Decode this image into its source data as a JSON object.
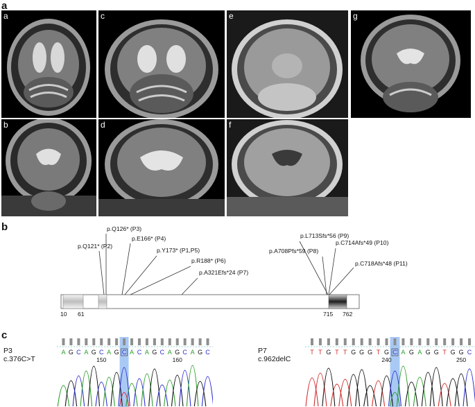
{
  "panels": {
    "a": "a",
    "b": "b",
    "c": "c"
  },
  "mri": {
    "labels": [
      "a",
      "b",
      "c",
      "d",
      "e",
      "f",
      "g"
    ]
  },
  "protein": {
    "mutations": [
      "p.Q121* (P2)",
      "p.Q126* (P3)",
      "p.E166* (P4)",
      "p.Y173* (P1,P5)",
      "p.R188* (P6)",
      "p.A321Efs*24 (P7)",
      "p.A708Pfs*59 (P8)",
      "p.L713Sfs*56 (P9)",
      "p.C714Afs*49 (P10)",
      "p.C718Afs*48 (P11)"
    ],
    "positions": [
      "10",
      "61",
      "715",
      "762"
    ]
  },
  "sequences": [
    {
      "patient": "P3",
      "variant": "c.376C>T",
      "bases": [
        "A",
        "G",
        "C",
        "A",
        "G",
        "C",
        "A",
        "G",
        "C",
        "A",
        "C",
        "A",
        "G",
        "C",
        "A",
        "G",
        "C",
        "A",
        "G",
        "C"
      ],
      "highlight_index": 8,
      "tick_labels": [
        "150",
        "160"
      ]
    },
    {
      "patient": "P7",
      "variant": "c.962delC",
      "bases": [
        "T",
        "T",
        "G",
        "T",
        "T",
        "G",
        "G",
        "G",
        "T",
        "G",
        "C",
        "A",
        "G",
        "A",
        "G",
        "G",
        "T",
        "G",
        "G",
        "C"
      ],
      "highlight_index": 10,
      "tick_labels": [
        "240",
        "250"
      ]
    }
  ],
  "colors": {
    "A": "#2a9d2a",
    "C": "#2a2ad0",
    "G": "#111111",
    "T": "#d02a2a",
    "highlight": "#a9c9f5"
  }
}
